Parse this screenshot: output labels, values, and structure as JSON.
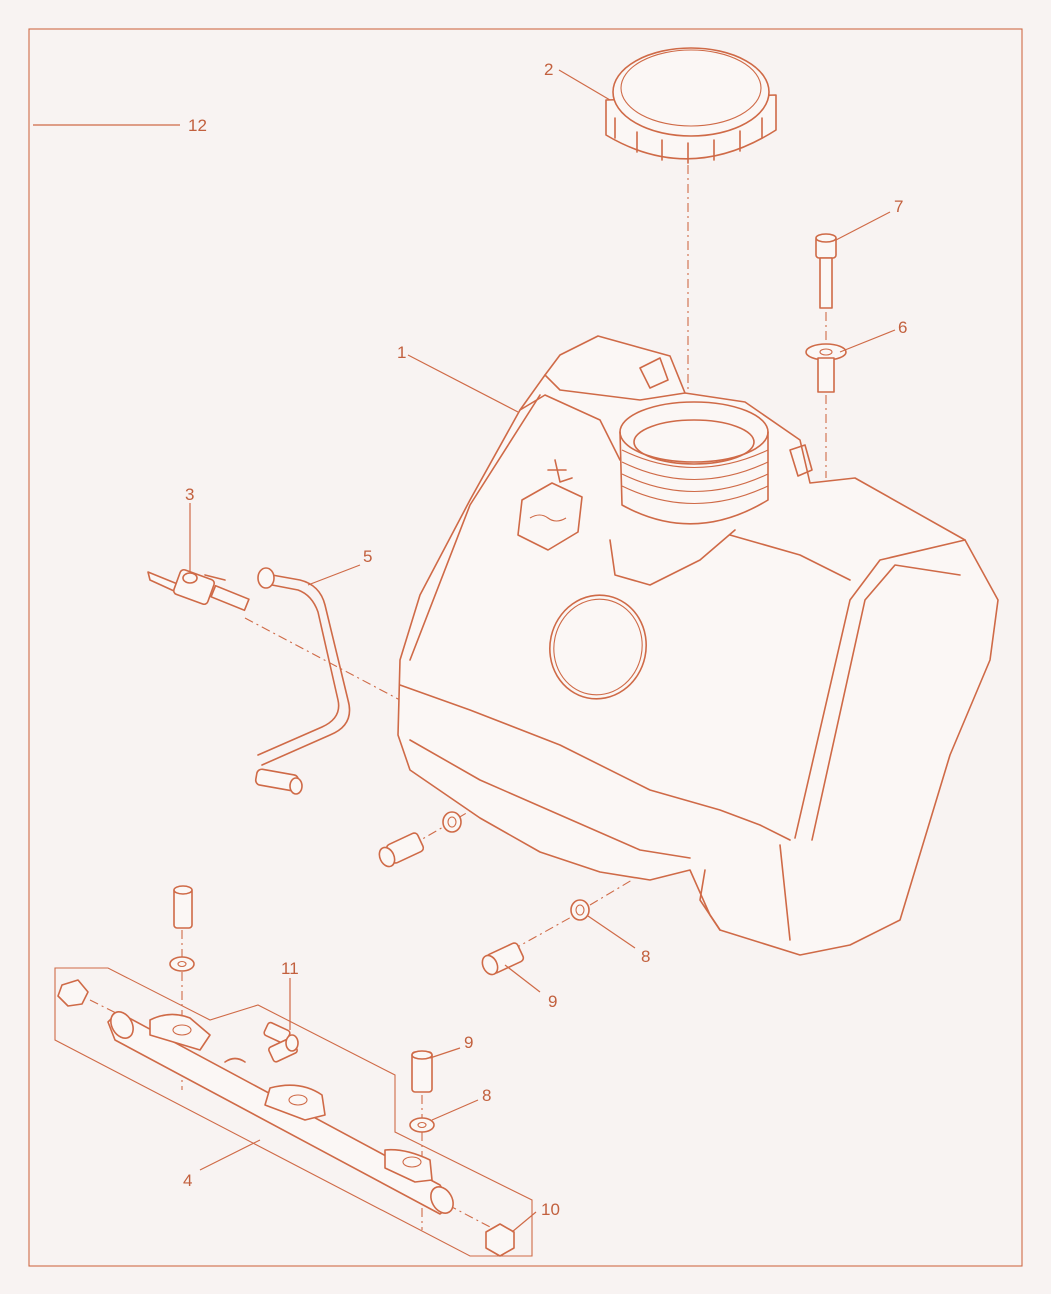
{
  "diagram": {
    "colors": {
      "line": "#cf6a47",
      "label": "#c2603e",
      "background": "#f8f3f2"
    },
    "callouts": [
      {
        "id": "c1",
        "text": "1"
      },
      {
        "id": "c2",
        "text": "2"
      },
      {
        "id": "c3",
        "text": "3"
      },
      {
        "id": "c4",
        "text": "4"
      },
      {
        "id": "c5",
        "text": "5"
      },
      {
        "id": "c6",
        "text": "6"
      },
      {
        "id": "c7",
        "text": "7"
      },
      {
        "id": "c8a",
        "text": "8"
      },
      {
        "id": "c8b",
        "text": "8"
      },
      {
        "id": "c9a",
        "text": "9"
      },
      {
        "id": "c9b",
        "text": "9"
      },
      {
        "id": "c10",
        "text": "10"
      },
      {
        "id": "c11",
        "text": "11"
      },
      {
        "id": "c12",
        "text": "12"
      }
    ]
  }
}
